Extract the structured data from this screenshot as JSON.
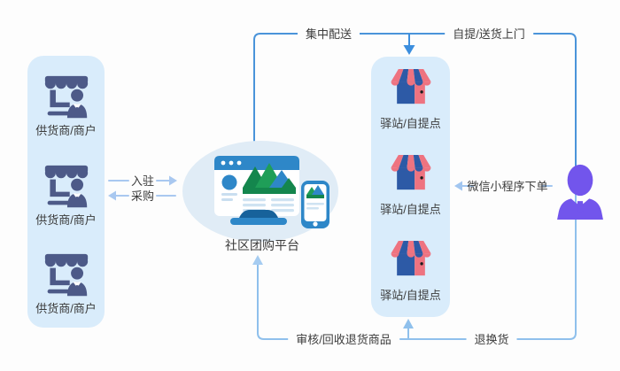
{
  "suppliers": {
    "items": [
      {
        "label": "供货商/商户"
      },
      {
        "label": "供货商/商户"
      },
      {
        "label": "供货商/商户"
      }
    ]
  },
  "platform": {
    "label": "社区团购平台"
  },
  "stations": {
    "items": [
      {
        "label": "驿站/自提点"
      },
      {
        "label": "驿站/自提点"
      },
      {
        "label": "驿站/自提点"
      }
    ]
  },
  "edges": {
    "centralized_delivery": {
      "label": "集中配送"
    },
    "self_pickup_home_delivery": {
      "label": "自提/送货上门"
    },
    "onboarding": {
      "label": "入驻"
    },
    "procurement": {
      "label": "采购"
    },
    "wechat_mini_program_order": {
      "label": "微信小程序下单"
    },
    "return_exchange": {
      "label": "退换货"
    },
    "review_recycle_returns": {
      "label": "审核/回收退货商品"
    }
  },
  "colors": {
    "panel_background": "#d9ecfb",
    "supplier_icon": "#4d5a88",
    "store_blue": "#2d5aa6",
    "store_pink": "#ee7380",
    "platform_blue": "#2e87c8",
    "platform_green": "#1f9e58",
    "customer_purple": "#7255ec",
    "arrow_strong": "#4a94da",
    "arrow_light": "#8fc0ec",
    "arrow_pale": "#a9c8f0",
    "label_text": "#3c3c3c"
  }
}
